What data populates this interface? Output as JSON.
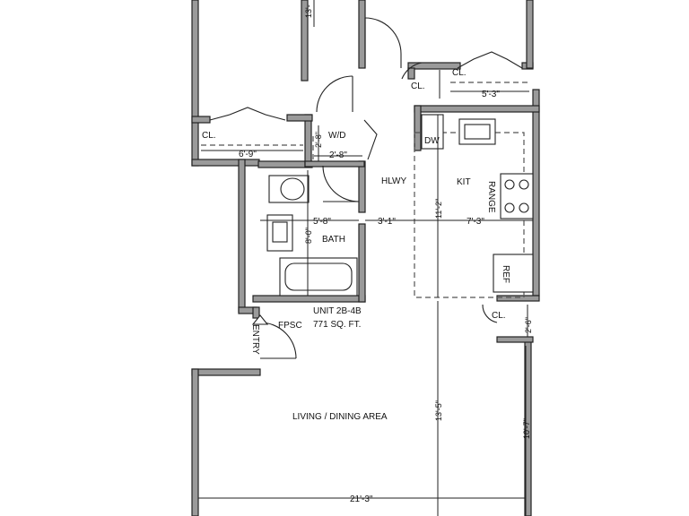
{
  "unit": {
    "name": "UNIT 2B-4B",
    "area": "771 SQ. FT."
  },
  "rooms": {
    "hallway": "HLWY",
    "kitchen": "KIT",
    "bath": "BATH",
    "washer_dryer": "W/D",
    "living_dining": "LIVING / DINING AREA",
    "entry": "ENTRY",
    "closet_left": "CL.",
    "closet_top_1": "CL.",
    "closet_top_2": "CL.",
    "closet_living": "CL.",
    "dishwasher": "DW",
    "range": "RANGE",
    "refrigerator": "REF",
    "fpsc": "FPSC"
  },
  "dimensions": {
    "bedroom_top_height": "13'-",
    "closet_left_width": "6'-9\"",
    "closet_top_width": "5'-3\"",
    "wd_width": "2'-8\"",
    "wd_depth": "2'-8\"",
    "bath_width": "5'-8\"",
    "bath_height": "8'-0\"",
    "hall_width": "3'-1\"",
    "kitchen_width": "7'-3\"",
    "kitchen_height": "11'-2\"",
    "closet_living_depth": "2'-6\"",
    "living_height": "13'-5\"",
    "living_right_height": "10'-7\"",
    "living_width": "21'-3\""
  }
}
